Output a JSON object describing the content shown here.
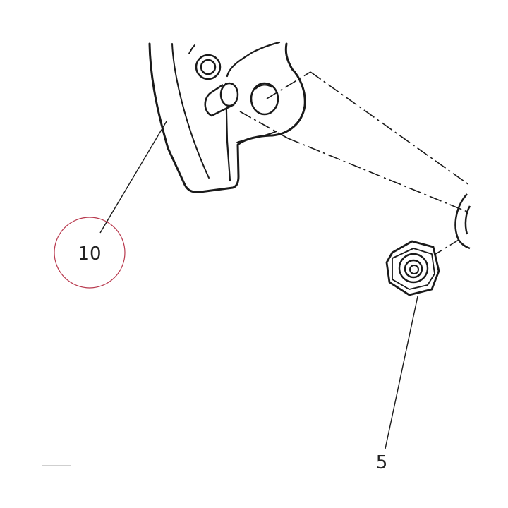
{
  "callouts": [
    {
      "id": "callout-10",
      "label": "10",
      "highlighted": true
    },
    {
      "id": "callout-5",
      "label": "5",
      "highlighted": false
    }
  ],
  "colors": {
    "line": "#1a1a1a",
    "highlight_circle": "#b8394e",
    "background": "#ffffff"
  }
}
